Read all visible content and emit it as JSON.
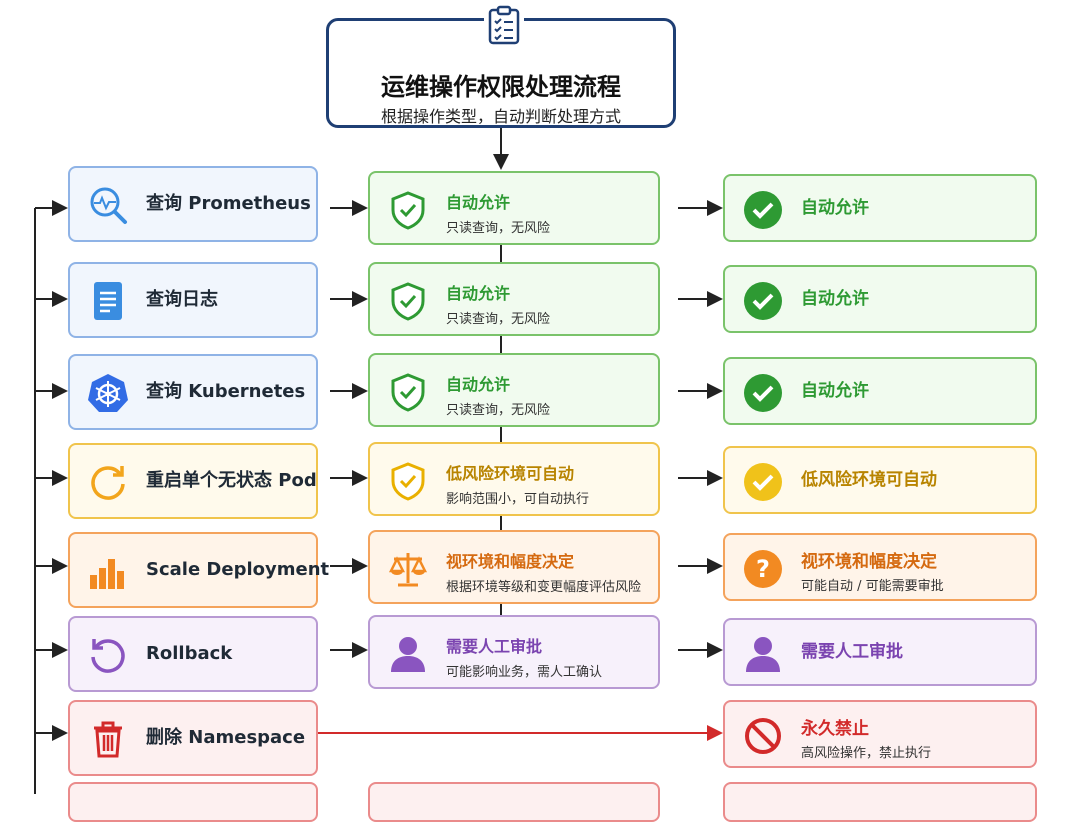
{
  "header": {
    "title": "运维操作权限处理流程",
    "subtitle": "根据操作类型，自动判断处理方式",
    "icon": "clipboard-checklist-icon"
  },
  "rows": [
    {
      "operation": {
        "label": "查询 Prometheus",
        "icon": "monitor-search-icon"
      },
      "evaluation": {
        "title": "自动允许",
        "desc": "只读查询，无风险",
        "icon": "shield-check-icon"
      },
      "result": {
        "title": "自动允许",
        "icon": "check-circle-icon"
      },
      "color": "green"
    },
    {
      "operation": {
        "label": "查询日志",
        "icon": "document-icon"
      },
      "evaluation": {
        "title": "自动允许",
        "desc": "只读查询，无风险",
        "icon": "shield-check-icon"
      },
      "result": {
        "title": "自动允许",
        "icon": "check-circle-icon"
      },
      "color": "green"
    },
    {
      "operation": {
        "label": "查询 Kubernetes",
        "icon": "kubernetes-icon"
      },
      "evaluation": {
        "title": "自动允许",
        "desc": "只读查询，无风险",
        "icon": "shield-check-icon"
      },
      "result": {
        "title": "自动允许",
        "icon": "check-circle-icon"
      },
      "color": "green"
    },
    {
      "operation": {
        "label": "重启单个无状态 Pod",
        "icon": "restart-icon"
      },
      "evaluation": {
        "title": "低风险环境可自动",
        "desc": "影响范围小，可自动执行",
        "icon": "shield-check-icon"
      },
      "result": {
        "title": "低风险环境可自动",
        "icon": "check-circle-icon"
      },
      "color": "yellow"
    },
    {
      "operation": {
        "label": "Scale Deployment",
        "icon": "bar-chart-icon"
      },
      "evaluation": {
        "title": "视环境和幅度决定",
        "desc": "根据环境等级和变更幅度评估风险",
        "icon": "scale-balance-icon"
      },
      "result": {
        "title": "视环境和幅度决定",
        "desc": "可能自动 / 可能需要审批",
        "icon": "question-circle-icon"
      },
      "color": "orange"
    },
    {
      "operation": {
        "label": "Rollback",
        "icon": "rollback-icon"
      },
      "evaluation": {
        "title": "需要人工审批",
        "desc": "可能影响业务，需人工确认",
        "icon": "user-icon"
      },
      "result": {
        "title": "需要人工审批",
        "icon": "user-icon"
      },
      "color": "purple"
    },
    {
      "operation": {
        "label": "删除 Namespace",
        "icon": "trash-icon"
      },
      "result": {
        "title": "永久禁止",
        "desc": "高风险操作，禁止执行",
        "icon": "forbidden-icon"
      },
      "color": "red"
    }
  ],
  "colors": {
    "green": "#2e9a33",
    "yellow": "#f0b400",
    "orange": "#f28a22",
    "purple": "#8a55c0",
    "red": "#d22a2a",
    "blue": "#3a8de0",
    "header_border": "#1f3f74"
  }
}
